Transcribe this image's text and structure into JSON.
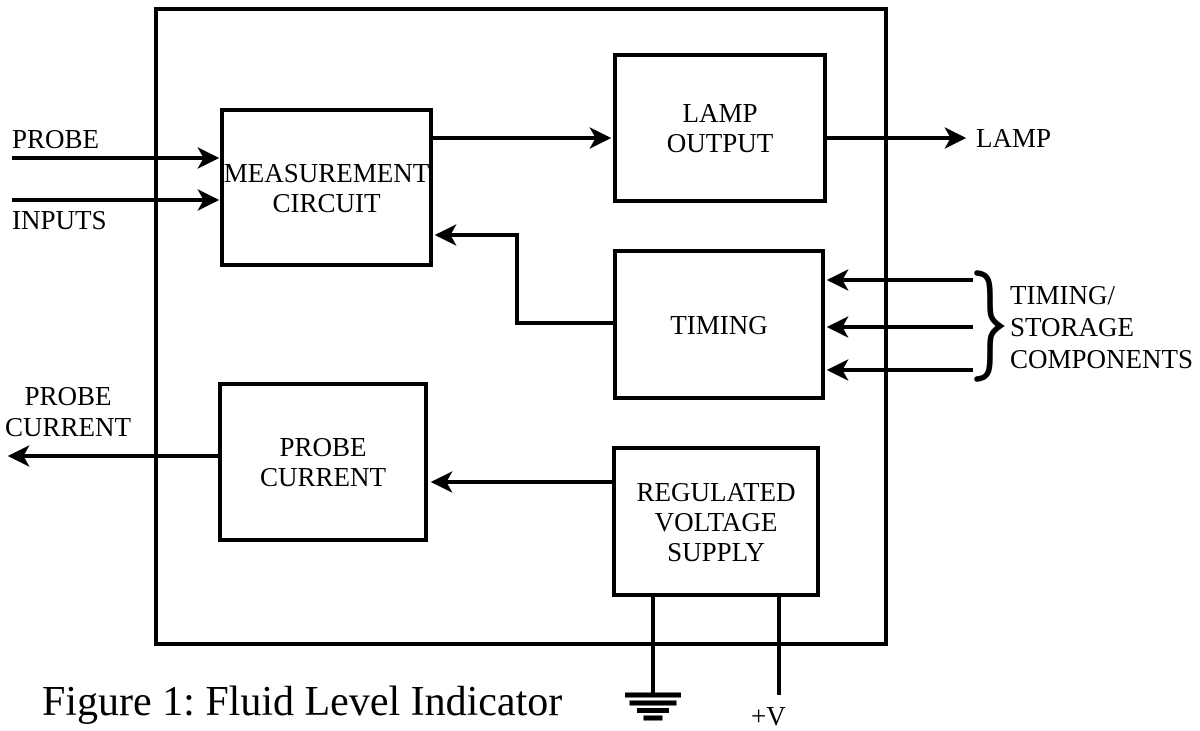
{
  "caption": "Figure 1: Fluid Level Indicator",
  "blocks": {
    "measurement_circuit": {
      "lines": [
        "MEASUREMENT",
        "CIRCUIT"
      ]
    },
    "lamp_output": {
      "lines": [
        "LAMP",
        "OUTPUT"
      ]
    },
    "timing": {
      "lines": [
        "TIMING"
      ]
    },
    "probe_current": {
      "lines": [
        "PROBE",
        "CURRENT"
      ]
    },
    "regulated_voltage_supply": {
      "lines": [
        "REGULATED",
        "VOLTAGE",
        "SUPPLY"
      ]
    }
  },
  "labels": {
    "probe": "PROBE",
    "inputs": "INPUTS",
    "lamp": "LAMP",
    "timing_storage": {
      "lines": [
        "TIMING/",
        "STORAGE",
        "COMPONENTS"
      ]
    },
    "probe_current_out": {
      "lines": [
        "PROBE",
        "CURRENT"
      ]
    },
    "plus_v": "+V"
  },
  "icons": {
    "ground": "earth-ground-symbol",
    "brace": "right-curly-brace"
  },
  "colors": {
    "ink": "#000000",
    "background": "#ffffff"
  }
}
